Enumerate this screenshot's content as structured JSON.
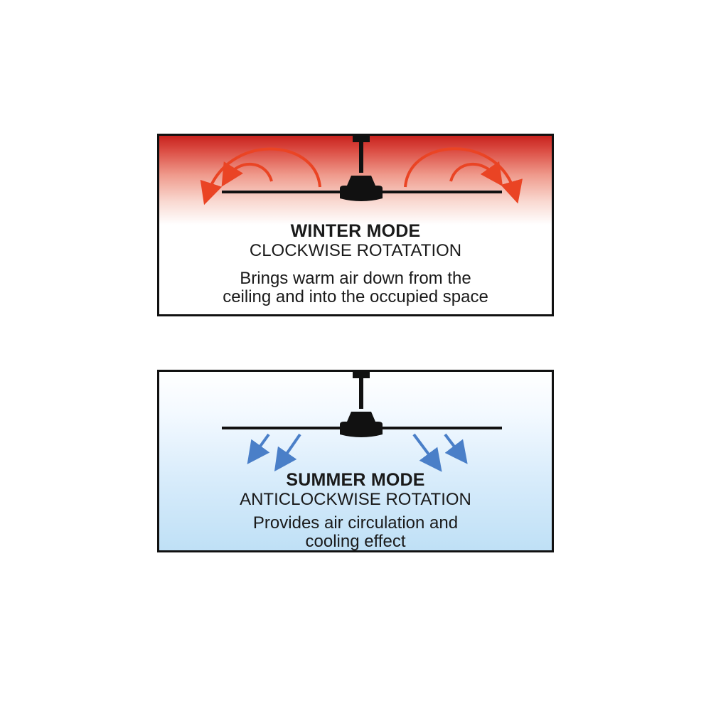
{
  "winter": {
    "title": "WINTER MODE",
    "rotation": "CLOCKWISE ROTATATION",
    "description_lines": [
      "Brings warm air down from the",
      "ceiling and into the occupied space"
    ],
    "arrow_color": "#ea4424",
    "gradient_top_color": "#c8221e"
  },
  "summer": {
    "title": "SUMMER MODE",
    "rotation": "ANTICLOCKWISE ROTATION",
    "description_lines": [
      "Provides air circulation and",
      "cooling effect"
    ],
    "arrow_color": "#4a7fc8",
    "gradient_bottom_color": "#bfe0f6"
  },
  "fan_color": "#111111"
}
